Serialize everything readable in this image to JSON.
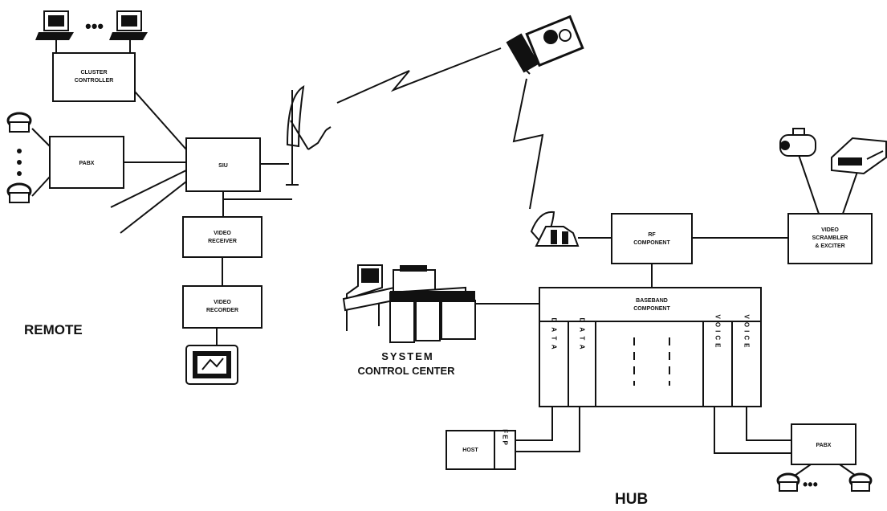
{
  "labels": {
    "remote": "REMOTE",
    "hub": "HUB",
    "system_control_center_line1": "SYSTEM",
    "system_control_center_line2": "CONTROL CENTER",
    "ellipsis": "•••"
  },
  "boxes": {
    "cluster_controller_1": "CLUSTER",
    "cluster_controller_2": "CONTROLLER",
    "remote_pabx": "PABX",
    "remote_siu": "SIU",
    "video_receiver_1": "VIDEO",
    "video_receiver_2": "RECEIVER",
    "video_recorder_1": "VIDEO",
    "video_recorder_2": "RECORDER",
    "rf_component_1": "RF",
    "rf_component_2": "COMPONENT",
    "video_scrambler_1": "VIDEO",
    "video_scrambler_2": "SCRAMBLER",
    "video_scrambler_3": "& EXCITER",
    "baseband_1": "BASEBAND",
    "baseband_2": "COMPONENT",
    "host": "HOST",
    "fep": "FEP",
    "hub_pabx": "PABX"
  },
  "channels": {
    "data_1": "DATA",
    "data_2": "DATA",
    "voice_1": "VOICE",
    "voice_2": "VOICE"
  },
  "icons": [
    "terminal-icon",
    "telephone-icon",
    "satellite-icon",
    "dish-antenna-icon",
    "video-camera-icon",
    "vcr-icon",
    "television-icon",
    "computer-workstation-icon",
    "lightning-link-icon"
  ]
}
